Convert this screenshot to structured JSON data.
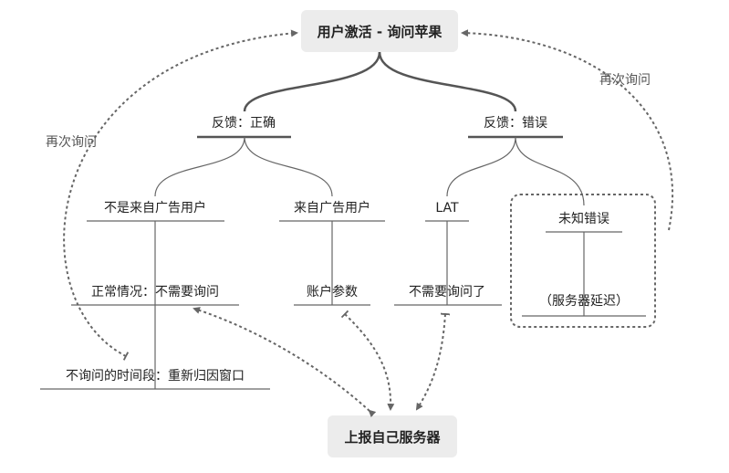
{
  "root": {
    "label": "用户激活 - 询问苹果"
  },
  "feedback_correct": {
    "label": "反馈：正确"
  },
  "feedback_error": {
    "label": "反馈：错误"
  },
  "not_ad_user": {
    "label": "不是来自广告用户"
  },
  "ad_user": {
    "label": "来自广告用户"
  },
  "lat": {
    "label": "LAT"
  },
  "unknown_error": {
    "label": "未知错误"
  },
  "normal_case": {
    "label": "正常情况：不需要询问"
  },
  "account_params": {
    "label": "账户参数"
  },
  "no_need_ask": {
    "label": "不需要询问了"
  },
  "server_delay": {
    "label": "（服务器延迟）"
  },
  "no_ask_period": {
    "label": "不询问的时间段：重新归因窗口"
  },
  "report_server": {
    "label": "上报自己服务器"
  },
  "annotations": {
    "ask_again_left": "再次询问",
    "ask_again_right": "再次询问"
  },
  "colors": {
    "box_fill": "#ececec",
    "line": "#555555",
    "dashed": "#666666"
  }
}
